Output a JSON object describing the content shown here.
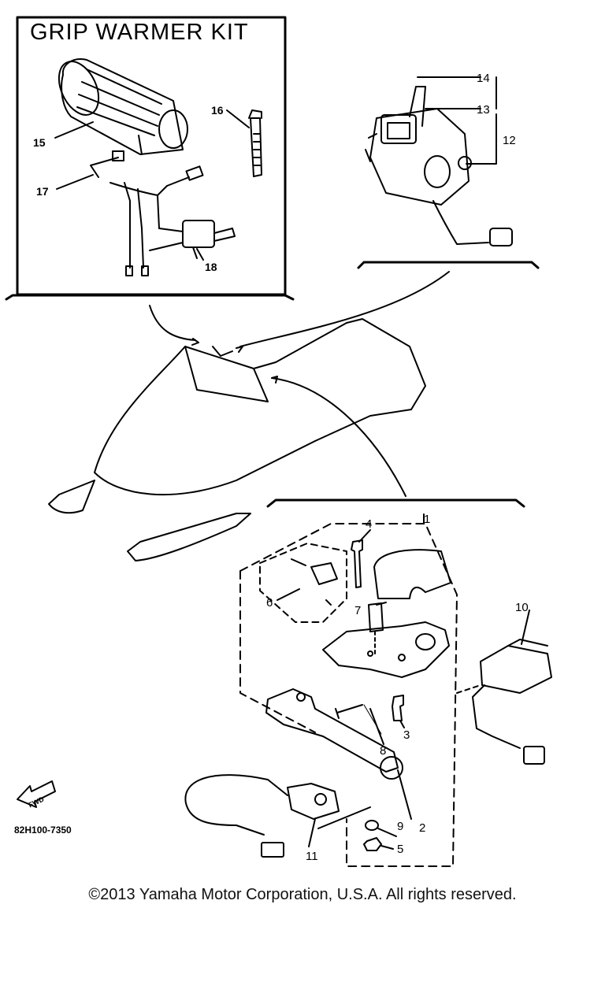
{
  "kit_title": "GRIP WARMER KIT",
  "callouts": {
    "c1": "1",
    "c2": "2",
    "c3": "3",
    "c4": "4",
    "c5": "5",
    "c6": "6",
    "c7": "7",
    "c8": "8",
    "c9": "9",
    "c10": "10",
    "c11": "11",
    "c12": "12",
    "c13": "13",
    "c14": "14",
    "c15": "15",
    "c16": "16",
    "c17": "17",
    "c18": "18"
  },
  "fwd_label": "FWD",
  "diagram_code": "82H100-7350",
  "copyright": "©2013 Yamaha Motor Corporation, U.S.A. All rights reserved."
}
